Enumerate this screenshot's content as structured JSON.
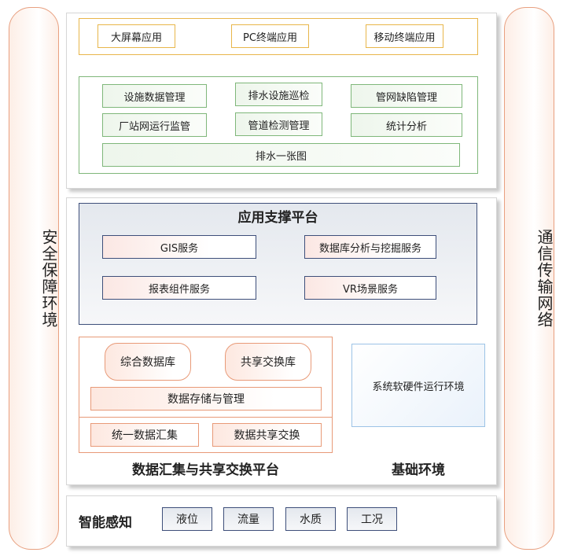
{
  "left_side": "安全保障环境",
  "right_side": "通信传输网络",
  "terminals": [
    "大屏幕应用",
    "PC终端应用",
    "移动终端应用"
  ],
  "business": {
    "row1": [
      "设施数据管理",
      "排水设施巡检",
      "管网缺陷管理"
    ],
    "row2": [
      "厂站网运行监管",
      "管道检测管理",
      "统计分析"
    ],
    "wide": "排水一张图"
  },
  "support_platform": {
    "title": "应用支撑平台",
    "services": [
      "GIS服务",
      "数据库分析与挖掘服务",
      "报表组件服务",
      "VR场景服务"
    ]
  },
  "data_platform": {
    "title": "数据汇集与共享交换平台",
    "db1": "综合数据库",
    "db2": "共享交换库",
    "storage": "数据存储与管理",
    "collect": "统一数据汇集",
    "share": "数据共享交换"
  },
  "base_env": {
    "title": "基础环境",
    "box": "系统软硬件运行环境"
  },
  "sensing": {
    "title": "智能感知",
    "items": [
      "液位",
      "流量",
      "水质",
      "工况"
    ]
  }
}
